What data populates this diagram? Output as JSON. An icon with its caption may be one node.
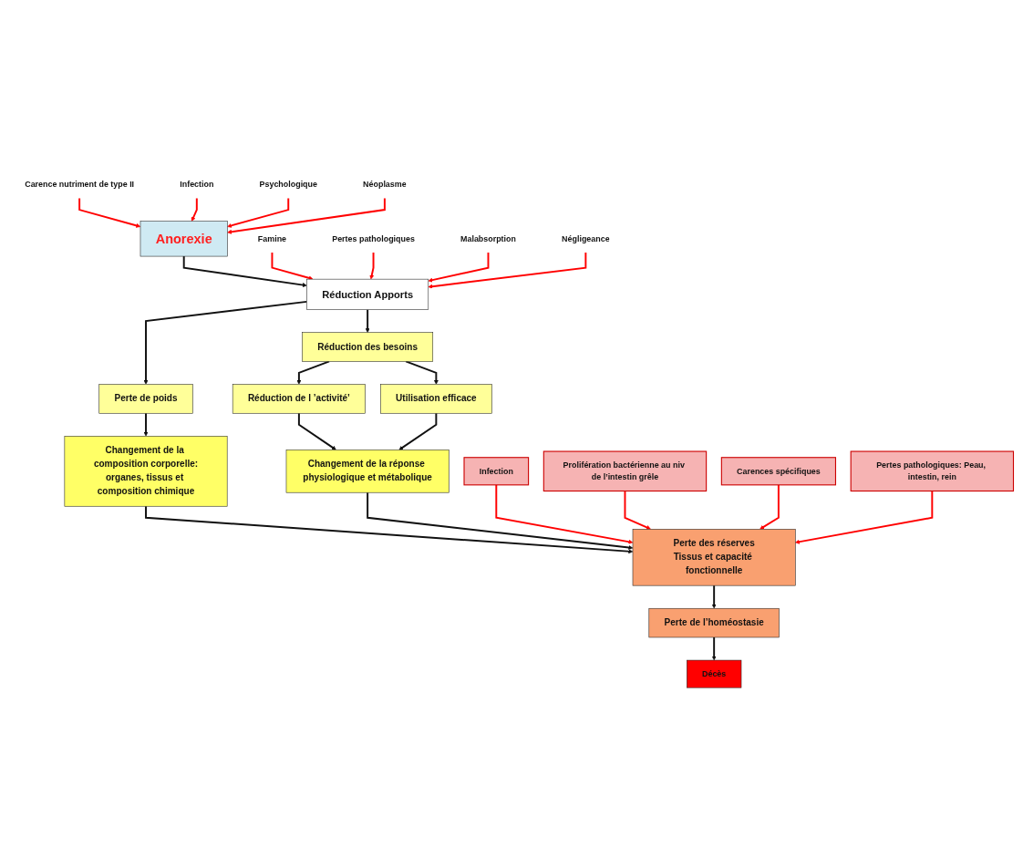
{
  "diagram": {
    "nodes": [
      {
        "text": [
          "Carence nutriment de type II"
        ]
      },
      {
        "text": [
          "Anorexie"
        ]
      },
      {
        "text": [
          "Psychologique"
        ]
      },
      {
        "text": [
          "Infection"
        ]
      },
      {
        "text": [
          "Néoplasme"
        ]
      },
      {
        "text": [
          "Famine"
        ]
      },
      {
        "text": [
          "Réduction Apports"
        ]
      },
      {
        "text": [
          "Malabsorption"
        ]
      },
      {
        "text": [
          "Pertes pathologiques"
        ]
      },
      {
        "text": [
          "Négligeance"
        ]
      },
      {
        "text": [
          "Perte de poids"
        ]
      },
      {
        "text": [
          "Réduction des besoins"
        ]
      },
      {
        "text": [
          "Réduction de l ’activité’"
        ]
      },
      {
        "text": [
          "Utilisation efficace"
        ]
      },
      {
        "text": [
          "Changement de la composition corporelle:",
          "organes, tissus et composition chimique"
        ]
      },
      {
        "text": [
          "Changement de la réponse physiologique et métabolique"
        ]
      },
      {
        "text": [
          "Infection"
        ]
      },
      {
        "text": [
          "Perte des réserves",
          "Tissus et capacité fonctionnelle"
        ]
      },
      {
        "text": [
          "Carences spécifiques"
        ]
      },
      {
        "text": [
          "Prolifération bactérienne au niv de l’intestin grêle"
        ]
      },
      {
        "text": [
          "Pertes pathologiques: Peau, intestin, rein"
        ]
      },
      {
        "text": [
          "Perte de l’homéostasie"
        ]
      },
      {
        "text": [
          "Décès"
        ]
      }
    ],
    "edges": [
      {
        "from": 0,
        "to": 1,
        "arrow": "to",
        "color": "#ff0000"
      },
      {
        "from": 3,
        "to": 1,
        "arrow": "to",
        "color": "#ff0000"
      },
      {
        "from": 2,
        "to": 1,
        "arrow": "to",
        "color": "#ff0000"
      },
      {
        "from": 4,
        "to": 1,
        "arrow": "to",
        "color": "#ff0000"
      },
      {
        "from": 1,
        "to": 6,
        "arrow": "to",
        "color": "#111111"
      },
      {
        "from": 5,
        "to": 6,
        "arrow": "to",
        "color": "#ff0000"
      },
      {
        "from": 8,
        "to": 6,
        "arrow": "to",
        "color": "#ff0000"
      },
      {
        "from": 7,
        "to": 6,
        "arrow": "to",
        "color": "#ff0000"
      },
      {
        "from": 9,
        "to": 6,
        "arrow": "to",
        "color": "#ff0000"
      },
      {
        "from": 6,
        "to": 10,
        "arrow": "to",
        "color": "#111111"
      },
      {
        "from": 6,
        "to": 11,
        "arrow": "to",
        "color": "#111111"
      },
      {
        "from": 10,
        "to": 14,
        "arrow": "to",
        "color": "#111111"
      },
      {
        "from": 11,
        "to": 12,
        "arrow": "to",
        "color": "#111111"
      },
      {
        "from": 12,
        "to": 15,
        "arrow": "to",
        "color": "#111111"
      },
      {
        "from": 11,
        "to": 13,
        "arrow": "to",
        "color": "#111111"
      },
      {
        "from": 13,
        "to": 15,
        "arrow": "to",
        "color": "#111111"
      },
      {
        "from": 14,
        "to": 17,
        "arrow": "to",
        "color": "#111111"
      },
      {
        "from": 15,
        "to": 17,
        "arrow": "to",
        "color": "#111111"
      },
      {
        "from": 16,
        "to": 17,
        "arrow": "to",
        "color": "#ff0000"
      },
      {
        "from": 19,
        "to": 17,
        "arrow": "to",
        "color": "#ff0000"
      },
      {
        "from": 18,
        "to": 17,
        "arrow": "to",
        "color": "#ff0000"
      },
      {
        "from": 20,
        "to": 17,
        "arrow": "to",
        "color": "#ff0000"
      },
      {
        "from": 17,
        "to": 21,
        "arrow": "to",
        "color": "#111111"
      },
      {
        "from": 21,
        "to": 22,
        "arrow": "to",
        "color": "#111111"
      }
    ]
  }
}
